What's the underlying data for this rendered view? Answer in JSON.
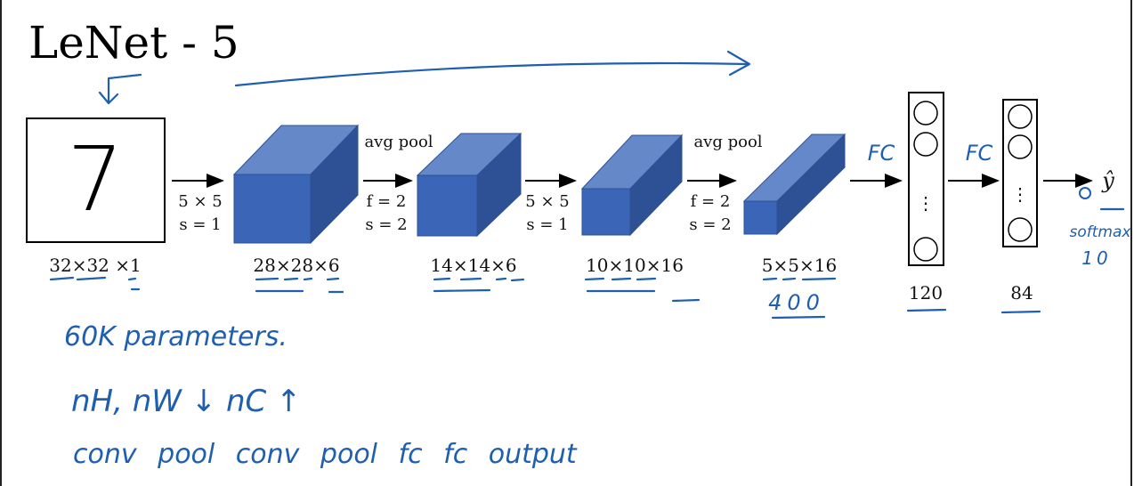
{
  "title": "LeNet - 5",
  "input": {
    "digit": "7",
    "size_label": "32×32 ×1"
  },
  "conv1": {
    "kernel": "5 × 5",
    "stride": "s = 1",
    "output": "28×28×6"
  },
  "pool1": {
    "name": "avg pool",
    "filter": "f = 2",
    "stride": "s = 2",
    "output": "14×14×6"
  },
  "conv2": {
    "kernel": "5 × 5",
    "stride": "s = 1",
    "output": "10×10×16"
  },
  "pool2": {
    "name": "avg pool",
    "filter": "f = 2",
    "stride": "s = 2",
    "output": "5×5×16",
    "flattened": "400"
  },
  "fc1": {
    "label": "FC",
    "units": "120",
    "dots": "⋮"
  },
  "fc2": {
    "label": "FC",
    "units": "84",
    "dots": "⋮"
  },
  "output": {
    "symbol": "ŷ",
    "activation": "softmax",
    "classes": "10"
  },
  "notes": {
    "params": "60K parameters.",
    "dims": "nH, nW ↓   nC ↑",
    "sequence": "conv  pool  conv  pool  fc  fc  output"
  },
  "colors": {
    "cube_front": "#3b66b7",
    "cube_top": "#6588c9",
    "cube_side": "#2e5196",
    "ink": "#1f5fb0"
  }
}
